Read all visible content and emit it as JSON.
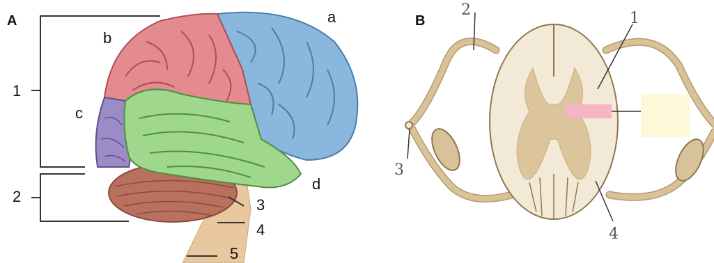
{
  "panels": {
    "a": "A",
    "b": "B"
  },
  "brain": {
    "labels": [
      "a",
      "b",
      "c",
      "d"
    ],
    "numbers": [
      "1",
      "2",
      "3",
      "4",
      "5"
    ]
  },
  "spinal_cord": {
    "numbers": [
      "1",
      "2",
      "3",
      "4"
    ]
  },
  "colors": {
    "frontal": "#e38b8f",
    "parietal": "#8ab7dd",
    "occipital": "#9b8bc6",
    "temporal": "#9fd78c",
    "cerebellum": "#b9705f",
    "brainstem": "#e9c79f",
    "nerve": "#d8c398",
    "cord": "#f2e9d6",
    "grey_matter": "#dcc49c",
    "canal_highlight": "#f5b5c6",
    "box": "#fdf8d8"
  }
}
